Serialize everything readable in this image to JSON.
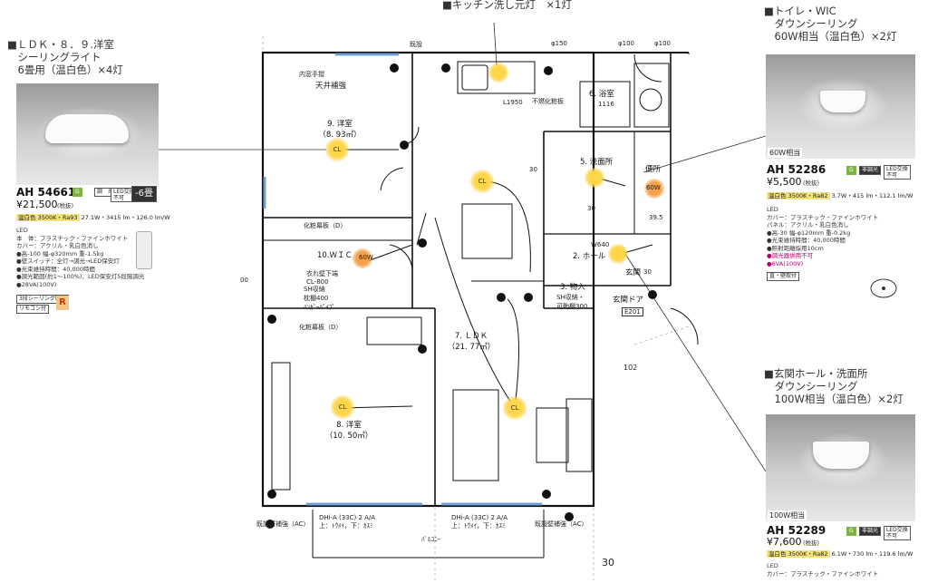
{
  "callouts": {
    "kitchen": "■キッチン洗し元灯　×1灯",
    "ldk_title": "■ＬＤＫ・８．９.洋室\n　シーリングライト\n　6畳用（温白色）×4灯",
    "toilet_title": "■トイレ・WIC\n　ダウンシーリング\n　60W相当（温白色）×2灯",
    "entrance_title": "■玄関ホール・洗面所\n　ダウンシーリング\n　100W相当（温白色）×2灯"
  },
  "product_ldk": {
    "model": "AH 54661",
    "price": "¥21,500",
    "tax_note": "(税抜)",
    "badge_dim": "調　光",
    "badge_led": "LED交換\n不可",
    "badge_size": "-6畳",
    "strip_color": "温白色 3500K・Ra93",
    "strip_spec": "27.1W・3415 lm・126.0 lm/W",
    "spec_text": "LED\n本　体：プラスチック・ファインホワイト\nカバー：アクリル・乳白色消し\n●高-100 幅-φ320mm 重-1.5kg\n●壁スイッチ：全灯→調光→LED保安灯\n●光束維持時間：40,000時間\n●調光範囲(約1～100%)、LED保安灯5段階調光\n●28VA(100V)",
    "remote_badge": "3段シーリング取付",
    "remote_label": "リモコン付"
  },
  "product_toilet": {
    "caption": "60W相当",
    "model": "AH 52286",
    "price": "¥5,500",
    "tax_note": "(税抜)",
    "badge_kind": "非調光",
    "badge_led": "LED交換\n不可",
    "strip_color": "温白色 3500K・Ra82",
    "strip_spec": "3.7W・415 lm・112.1 lm/W",
    "spec_text": "LED\nカバー：プラスチック・ファインホワイト\nパネル：アクリル・乳白色消し\n●高-30 幅-φ120mm 重-0.2kg\n●光束維持時間：40,000時間\n●照射距離採用10cm",
    "spec_extra": "●調光器併用不可\n●6VA(100V)",
    "mount_label": "直・壁取付"
  },
  "product_entrance": {
    "caption": "100W相当",
    "model": "AH 52289",
    "price": "¥7,600",
    "tax_note": "(税抜)",
    "badge_kind": "非調光",
    "badge_led": "LED交換\n不可",
    "strip_color": "温白色 3500K・Ra82",
    "strip_spec": "6.1W・730 lm・119.6 lm/W",
    "spec_text": "LED\nカバー：プラスチック・ファインホワイト"
  },
  "floorplan": {
    "rooms": {
      "r9": "9. 洋室\n（8. 93㎡）",
      "r8": "8. 洋室\n（10. 50㎡）",
      "ldk": "7. ＬＤＫ\n（21. 77㎡）",
      "bath": "6. 浴室",
      "wash": "5. 洗面所",
      "toilet": "便所",
      "hall": "2. ホール",
      "storage": "3. 物入",
      "wic": "10.ＷＩＣ",
      "entrance": "玄関",
      "entrance_door": "玄関ドア"
    },
    "labels": {
      "ceiling": "内窓手摺",
      "reinforce": "天井補強",
      "existing_top": "既設",
      "make_up1": "化粧幕板（D）",
      "make_up2": "化粧幕板（D）",
      "hanger": "衣れ壁下端\nCL-800",
      "shelf": "SH収納\n枕棚400\nﾊﾝｶﾞｰﾊﾟｲﾌﾟ",
      "wall_a": "既設壁補強（AC）",
      "wall_b": "既設壁補強（AC）",
      "window_a": "DHi-A (33C) 2 A/A\n上：ﾄｳﾒｲ，下：ｶｽﾐ",
      "window_b": "DHi-A (33C) 2 A/A\n上：ﾄｳﾒｲ，下：ｶｽﾐ",
      "balcony": "ﾊﾞﾙｺﾆｰ",
      "page_no": "30",
      "side_num": "102",
      "lsw": "L1950",
      "floor": "不燃化粧板",
      "num_1116": "1116",
      "e201": "E201",
      "w640": "W640",
      "sh_storage": "SH収納・\n可動棚300",
      "d150": "φ150",
      "d100a": "φ100",
      "d100b": "φ100",
      "num_30a": "30",
      "num_30b": "30",
      "num_30c": "30",
      "num_395": "39.5",
      "num_e": "00"
    },
    "lights": {
      "cl_label": "CL",
      "w60a": "60W",
      "w60b": "60W"
    }
  }
}
